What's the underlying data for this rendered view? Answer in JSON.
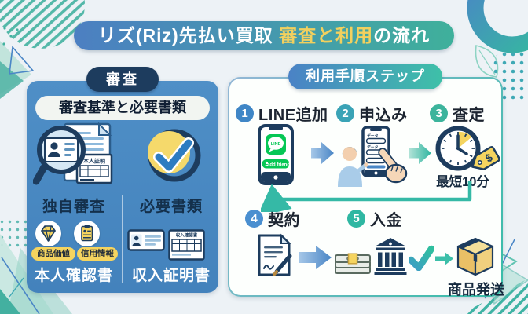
{
  "title": {
    "prefix": "リズ(Riz)先払い買取 ",
    "highlight": "審査と利用",
    "suffix": "の流れ"
  },
  "colors": {
    "accent_blue": "#4a86c6",
    "accent_teal": "#3cbba6",
    "navy": "#1d3c5e",
    "highlight_yellow": "#f2d05e",
    "badge_yellow": "#f5d45f",
    "line_green": "#06c755"
  },
  "left_panel": {
    "badge": "審査",
    "heading": "審査基準と必要書類",
    "id_document_label": "本人証明",
    "col_screening": {
      "label": "独自審査",
      "value_badge": "商品価値",
      "credit_badge": "信用情報",
      "caption": "本人確認書"
    },
    "col_documents": {
      "label": "必要書類",
      "income_doc_label": "収入確認書",
      "caption": "収入証明書"
    }
  },
  "right_panel": {
    "badge": "利用手順ステップ",
    "steps": [
      {
        "num": "1",
        "label": "LINE追加"
      },
      {
        "num": "2",
        "label": "申込み"
      },
      {
        "num": "3",
        "label": "査定"
      },
      {
        "num": "4",
        "label": "契約"
      },
      {
        "num": "5",
        "label": "入金"
      }
    ],
    "line_logo": "LINE",
    "add_friend_button": "add friend",
    "form_labels": [
      "データ",
      "データ"
    ],
    "clock_caption": "最短10分",
    "price_tag_symbol": "$",
    "box_caption": "商品発送"
  }
}
